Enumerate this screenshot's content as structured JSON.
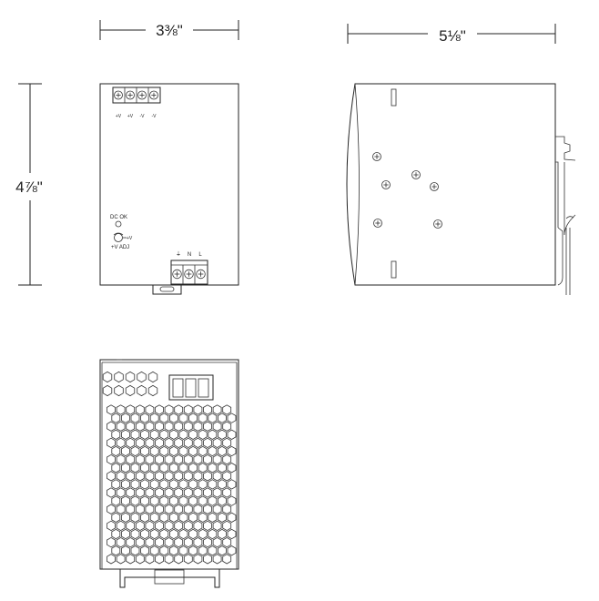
{
  "dimensions": {
    "width": "3⅜\"",
    "depth": "5⅛\"",
    "height": "4⅞\""
  },
  "front_view": {
    "output_terminal_labels": [
      "+V",
      "+V",
      "-V",
      "-V"
    ],
    "dc_ok_label": "DC OK",
    "adj_plus_label": "+V",
    "adj_label": "+V ADJ",
    "input_terminal_labels": [
      "⏚",
      "N",
      "L"
    ]
  },
  "colors": {
    "line": "#222222",
    "background": "#ffffff"
  }
}
